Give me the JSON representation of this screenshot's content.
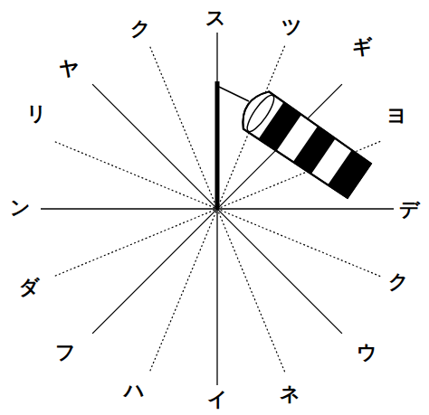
{
  "diagram": {
    "labels": [
      "ス",
      "ツ",
      "ギ",
      "ヨ",
      "デ",
      "ク",
      "ウ",
      "ネ",
      "イ",
      "ハ",
      "フ",
      "ダ",
      "ン",
      "リ",
      "ヤ",
      "ク"
    ]
  }
}
